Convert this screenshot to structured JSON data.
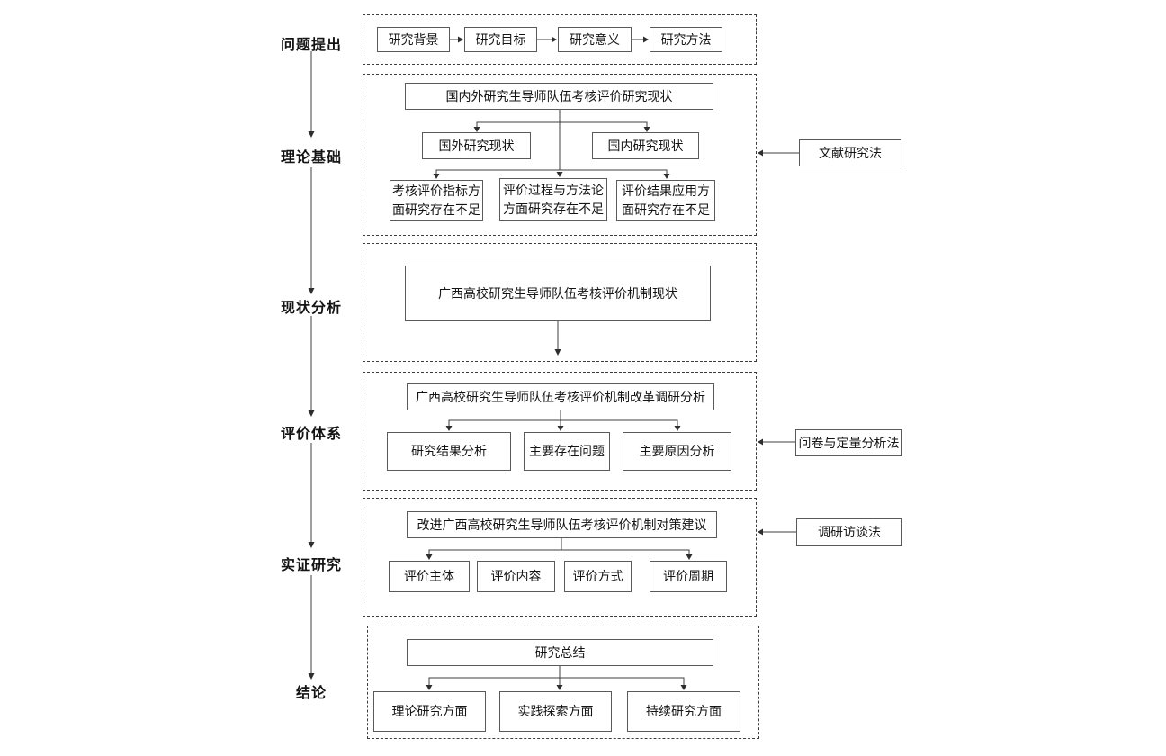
{
  "stages": [
    "问题提出",
    "理论基础",
    "现状分析",
    "评价体系",
    "实证研究",
    "结论"
  ],
  "problem": {
    "steps": [
      "研究背景",
      "研究目标",
      "研究意义",
      "研究方法"
    ]
  },
  "theory": {
    "root": "国内外研究生导师队伍考核评价研究现状",
    "branches": [
      "国外研究现状",
      "国内研究现状"
    ],
    "gaps": [
      "考核评价指标方面研究存在不足",
      "评价过程与方法论方面研究存在不足",
      "评价结果应用方面研究存在不足"
    ]
  },
  "status": {
    "root": "广西高校研究生导师队伍考核评价机制现状"
  },
  "evaluation": {
    "root": "广西高校研究生导师队伍考核评价机制改革调研分析",
    "children": [
      "研究结果分析",
      "主要存在问题",
      "主要原因分析"
    ]
  },
  "empirical": {
    "root": "改进广西高校研究生导师队伍考核评价机制对策建议",
    "children": [
      "评价主体",
      "评价内容",
      "评价方式",
      "评价周期"
    ]
  },
  "conclusion": {
    "root": "研究总结",
    "children": [
      "理论研究方面",
      "实践探索方面",
      "持续研究方面"
    ]
  },
  "methods": {
    "literature": "文献研究法",
    "survey": "问卷与定量分析法",
    "interview": "调研访谈法"
  },
  "colors": {
    "line": "#3f3f3f",
    "arrow": "#2e2e2e",
    "box_border": "#5a5a5a",
    "dashed_border": "#3c3c3c",
    "text": "#141414",
    "background": "#ffffff"
  }
}
